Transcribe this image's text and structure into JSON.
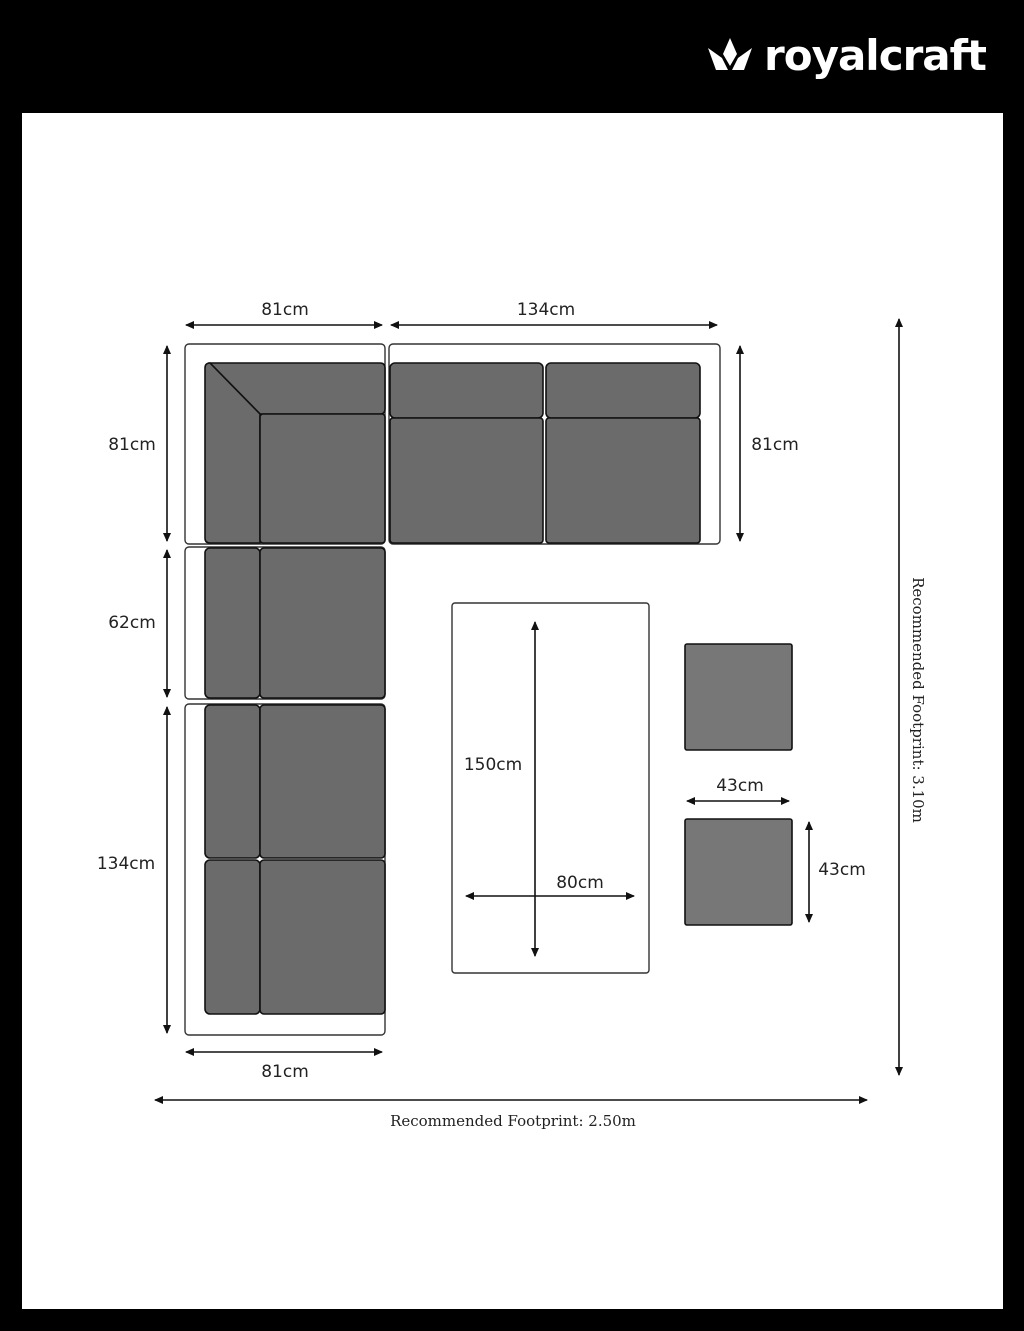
{
  "brand": {
    "name": "royalcraft",
    "logo_icon": "crown-icon"
  },
  "dimensions": {
    "corner_width": "81cm",
    "sofa_width": "134cm",
    "corner_depth": "81cm",
    "sofa_depth": "81cm",
    "middle_module_depth": "62cm",
    "lower_sofa_length": "134cm",
    "bottom_width": "81cm",
    "table_length": "150cm",
    "table_width": "80cm",
    "stool_width": "43cm",
    "stool_depth": "43cm"
  },
  "footprint": {
    "horizontal": "Recommended Footprint: 2.50m",
    "vertical": "Recommended Footprint: 3.10m"
  },
  "colors": {
    "background": "#000000",
    "panel": "#ffffff",
    "cushion": "#6b6b6b"
  }
}
